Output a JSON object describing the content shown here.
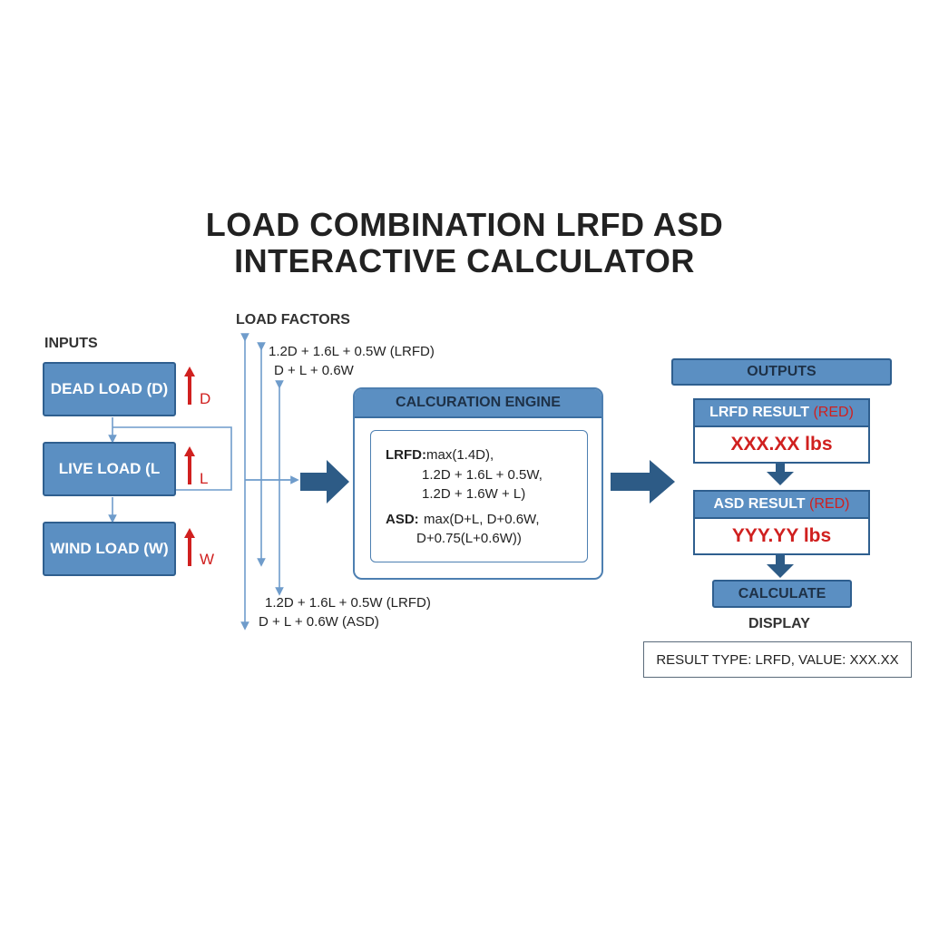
{
  "title": {
    "line1": "LOAD COMBINATION LRFD ASD",
    "line2": "INTERACTIVE CALCULATOR"
  },
  "inputs": {
    "label": "INPUTS",
    "items": [
      {
        "label": "DEAD LOAD (D)",
        "symbol": "D"
      },
      {
        "label": "LIVE LOAD (L",
        "symbol": "L"
      },
      {
        "label": "WIND LOAD (W)",
        "symbol": "W"
      }
    ]
  },
  "load_factors": {
    "label": "LOAD FACTORS",
    "top": [
      "1.2D + 1.6L + 0.5W (LRFD)",
      "D + L + 0.6W"
    ],
    "bottom": [
      "1.2D + 1.6L + 0.5W (LRFD)",
      "D + L + 0.6W (ASD)"
    ]
  },
  "engine": {
    "title": "CALCURATION ENGINE",
    "lrfd_key": "LRFD:",
    "lrfd_lines": [
      "max(1.4D),",
      "1.2D + 1.6L + 0.5W,",
      "1.2D + 1.6W + L)"
    ],
    "asd_key": "ASD:",
    "asd_lines": [
      "max(D+L, D+0.6W,",
      "D+0.75(L+0.6W))"
    ]
  },
  "outputs": {
    "label": "OUTPUTS",
    "lrfd_title": "LRFD RESULT",
    "lrfd_tag": "(RED)",
    "lrfd_value": "XXX.XX lbs",
    "asd_title": "ASD RESULT",
    "asd_tag": "(RED)",
    "asd_value": "YYY.YY lbs",
    "calculate_label": "CALCULATE",
    "display_label": "DISPLAY",
    "display_text": "RESULT TYPE: LRFD, VALUE: XXX.XX"
  },
  "colors": {
    "box_fill": "#5b8fc2",
    "box_border": "#2f5f8f",
    "arrow": "#2d5b86",
    "accent_red": "#d0201f",
    "connector": "#6f9ccb"
  }
}
